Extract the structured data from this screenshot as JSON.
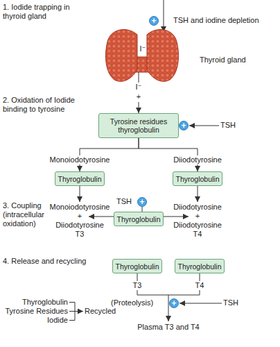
{
  "diagram": {
    "nodes": [
      {
        "text": [
          "+"
        ]
      },
      {
        "text": [
          "Tyrosine residues thyroglobulin"
        ]
      },
      {
        "text": [
          "+"
        ]
      },
      {
        "text": [
          "Thyroglobulin"
        ]
      },
      {
        "text": [
          "Thyroglobulin"
        ]
      },
      {
        "text": [
          "+"
        ]
      },
      {
        "text": [
          "Thyroglobulin"
        ]
      },
      {
        "text": [
          "Thyroglobulin"
        ]
      },
      {
        "text": [
          "Thyroglobulin"
        ]
      },
      {
        "text": [
          "+"
        ]
      }
    ],
    "edges": [
      {
        "from": 1,
        "to": 3,
        "arrow": "to",
        "label": "Monoiodotyrosine"
      },
      {
        "from": 1,
        "to": 4,
        "arrow": "to",
        "label": "Diiodotyrosine"
      }
    ],
    "labels": [
      "1. Iodide trapping in thyroid gland",
      "TSH and iodine depletion",
      "I⁻",
      "Thyroid gland",
      "2. Oxidation of Iodide binding to tyrosine",
      "I⁻",
      "+",
      "TSH",
      "3. Coupling (intracellular oxidation)",
      "TSH",
      "Monoiodotyrosine",
      "+",
      "Diiodotyrosine",
      "T3",
      "Diiodotyrosine",
      "+",
      "Diiodotyrosine",
      "T4",
      "4. Release and recycling",
      "Thyroglobulin",
      "Tyrosine Residues",
      "Iodide",
      "Recycled",
      "T3",
      "T4",
      "(Proteolysis)",
      "TSH",
      "Plasma T3 and T4"
    ]
  }
}
